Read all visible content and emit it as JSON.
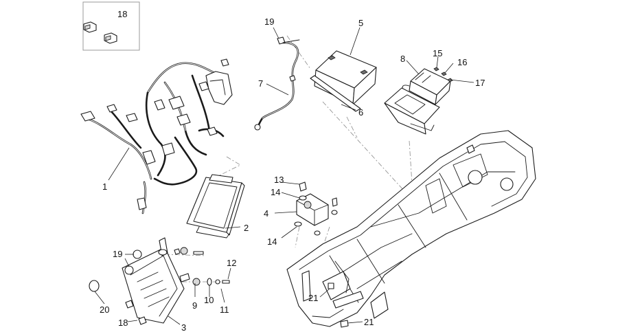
{
  "callouts": {
    "c1": "1",
    "c2": "2",
    "c3": "3",
    "c4": "4",
    "c5": "5",
    "c6": "6",
    "c7": "7",
    "c8": "8",
    "c9": "9",
    "c10": "10",
    "c11": "11",
    "c12": "12",
    "c13": "13",
    "c14a": "14",
    "c14b": "14",
    "c15": "15",
    "c16": "16",
    "c17": "17",
    "c18a": "18",
    "c18b": "18",
    "c19a": "19",
    "c19b": "19",
    "c20": "20",
    "c21a": "21",
    "c21b": "21"
  }
}
